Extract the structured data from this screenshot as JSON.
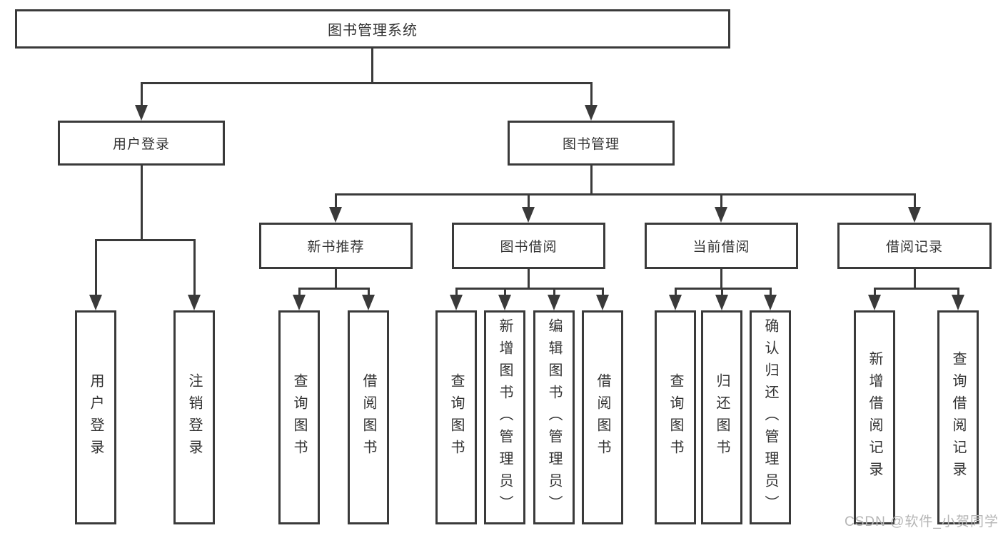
{
  "colors": {
    "line": "#3a3a3a",
    "text": "#333333",
    "watermark": "#b5b5b5",
    "box_fill": "#ffffff"
  },
  "watermark": "CSDN @软件_小贺同学",
  "tree": {
    "root": {
      "label": "图书管理系统",
      "children": [
        {
          "label": "用户登录",
          "children": [
            {
              "label": "用户登录"
            },
            {
              "label": "注销登录"
            }
          ]
        },
        {
          "label": "图书管理",
          "children": [
            {
              "label": "新书推荐",
              "children": [
                {
                  "label": "查询图书"
                },
                {
                  "label": "借阅图书"
                }
              ]
            },
            {
              "label": "图书借阅",
              "children": [
                {
                  "label": "查询图书"
                },
                {
                  "label": "新增图书（管理员）"
                },
                {
                  "label": "编辑图书（管理员）"
                },
                {
                  "label": "借阅图书"
                }
              ]
            },
            {
              "label": "当前借阅",
              "children": [
                {
                  "label": "查询图书"
                },
                {
                  "label": "归还图书"
                },
                {
                  "label": "确认归还（管理员）"
                }
              ]
            },
            {
              "label": "借阅记录",
              "children": [
                {
                  "label": "新增借阅记录"
                },
                {
                  "label": "查询借阅记录"
                }
              ]
            }
          ]
        }
      ]
    }
  }
}
